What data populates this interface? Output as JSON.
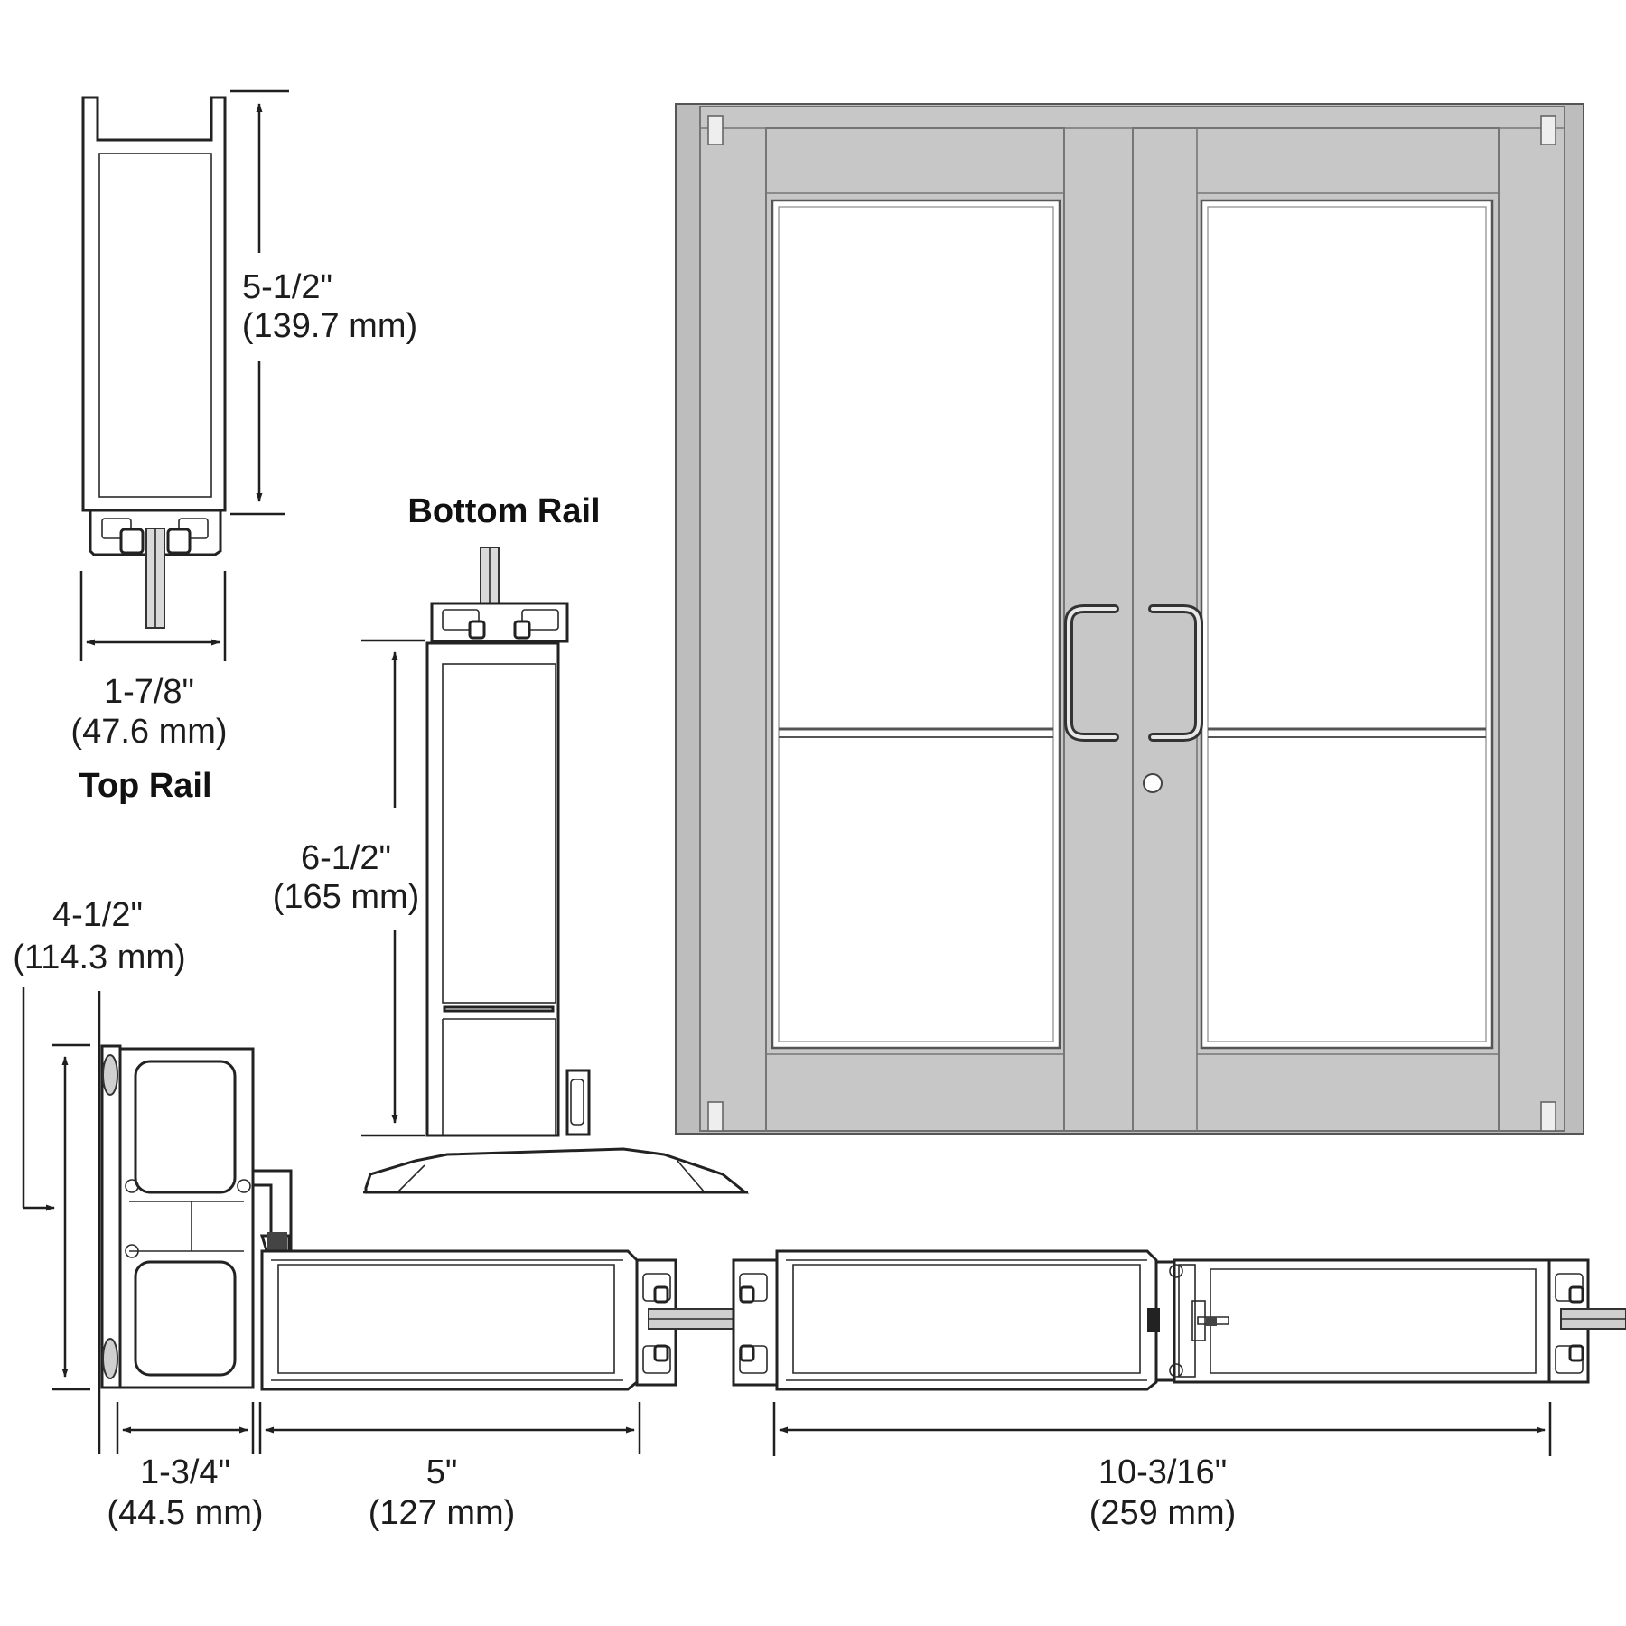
{
  "labels": {
    "top_rail_height_in": "5-1/2\"",
    "top_rail_height_mm": "(139.7 mm)",
    "top_rail_width_in": "1-7/8\"",
    "top_rail_width_mm": "(47.6 mm)",
    "top_rail_title": "Top Rail",
    "bottom_rail_title": "Bottom Rail",
    "bottom_rail_height_in": "6-1/2\"",
    "bottom_rail_height_mm": "(165 mm)",
    "stile_height_in": "4-1/2\"",
    "stile_height_mm": "(114.3 mm)",
    "stile_depth_in": "1-3/4\"",
    "stile_depth_mm": "(44.5 mm)",
    "side_stile_width_in": "5\"",
    "side_stile_width_mm": "(127 mm)",
    "meeting_stile_width_in": "10-3/16\"",
    "meeting_stile_width_mm": "(259 mm)"
  },
  "colors": {
    "frame": "#c7c7c7",
    "line": "#1f1f1f",
    "glass": "#ffffff"
  },
  "icons": {
    "arrow": "arrowhead",
    "handle": "pull-handle",
    "lock": "keyhole"
  }
}
